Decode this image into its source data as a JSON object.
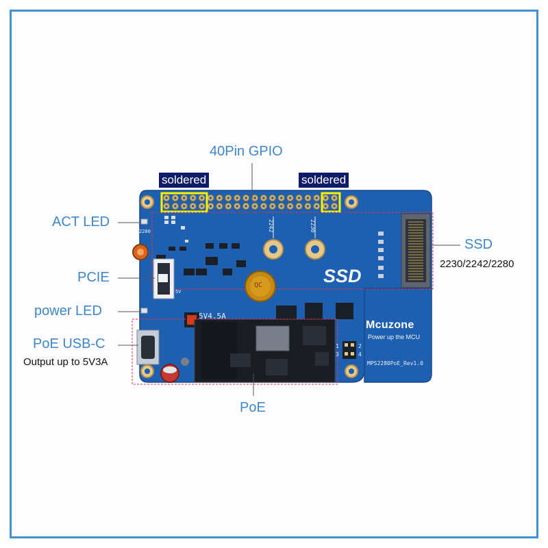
{
  "callouts": {
    "gpio": "40Pin GPIO",
    "soldered_left": "soldered",
    "soldered_right": "soldered",
    "act_led": "ACT LED",
    "pcie": "PCIE",
    "power_led": "power LED",
    "poe_usbc": "PoE USB-C",
    "output": "Output up to 5V3A",
    "poe": "PoE",
    "ssd": "SSD",
    "ssd_sizes": "2230/2242/2280"
  },
  "board": {
    "brand": "Mcuzone",
    "slogan": "Power up the MCU",
    "ssd_silk": "SSD",
    "voltage_silk": "5V4.5A",
    "model_silk": "MPS2280PoE_Rev1.0",
    "silk_2242": "2242",
    "silk_2230": "2230",
    "silk_2280": "2280",
    "silk_5v": "5V",
    "pin_left": "1\n3",
    "pin_right": "2\n4",
    "qc": "QC"
  },
  "colors": {
    "callout_text": "#3d86c9",
    "frame": "#3f92d6",
    "board": "#1f5fb0",
    "tag_bg": "#0e1b68",
    "highlight": "#f4f40a",
    "dashed_box": "#e2304a"
  }
}
